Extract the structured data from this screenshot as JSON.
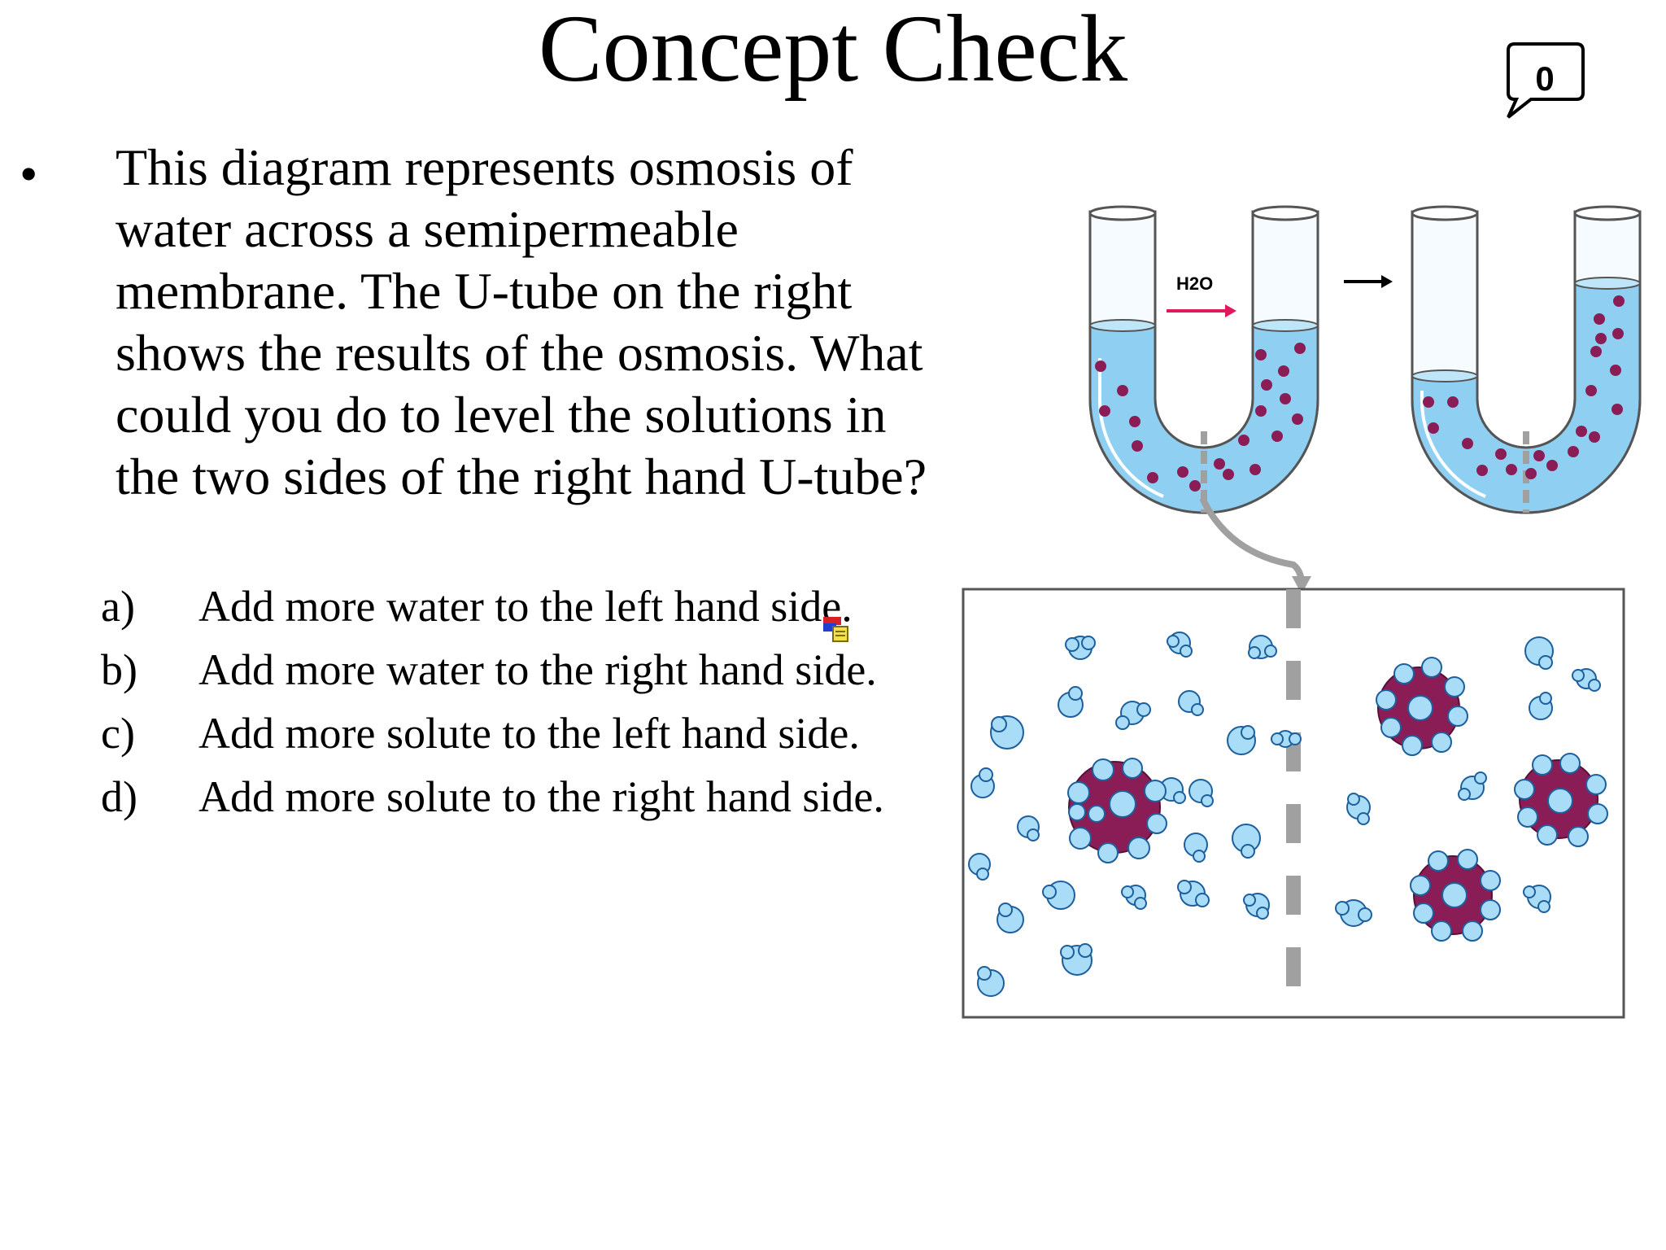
{
  "slide": {
    "title": "Concept Check",
    "comment_count": "0",
    "question": "This diagram represents osmosis of water across a semipermeable membrane. The U-tube on the right shows the results of the osmosis. What could you do to level the solutions in the two sides of the right hand U-tube?",
    "answers": [
      {
        "letter": "a)",
        "text": "Add more water to the left hand side."
      },
      {
        "letter": "b)",
        "text": "Add more water to the right hand side."
      },
      {
        "letter": "c)",
        "text": "Add more solute to the left hand side."
      },
      {
        "letter": "d)",
        "text": "Add more solute to the right hand side."
      }
    ]
  },
  "diagram": {
    "h2o_label": "H2O",
    "colors": {
      "solution": "#8fd0f2",
      "solute": "#8a1d56",
      "membrane": "#a0a0a0",
      "arrow": "#e0195f",
      "water": "#a8dcf7"
    }
  },
  "icons": {
    "bullet": "•",
    "comment": "speech-bubble-icon",
    "embedded_object": "clip-icon"
  }
}
